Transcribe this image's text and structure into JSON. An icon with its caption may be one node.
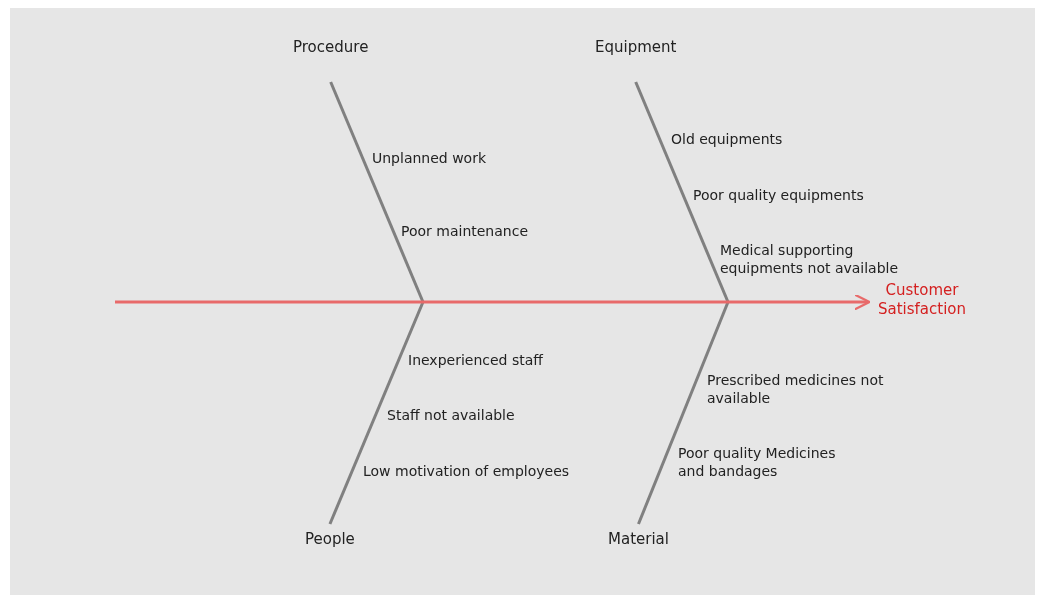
{
  "diagram": {
    "nodes": [
      {
        "text": [
          "Procedure"
        ]
      },
      {
        "text": [
          "Equipment"
        ]
      },
      {
        "text": [
          "People"
        ]
      },
      {
        "text": [
          "Material"
        ]
      },
      {
        "text": [
          "Customer Satisfaction"
        ]
      }
    ],
    "edges": [
      {
        "from": 0,
        "to": null,
        "arrow": "none"
      },
      {
        "from": 1,
        "to": null,
        "arrow": "none"
      },
      {
        "from": 2,
        "to": null,
        "arrow": "none"
      },
      {
        "from": 3,
        "to": null,
        "arrow": "none"
      },
      {
        "from": null,
        "to": 4,
        "arrow": "to",
        "color": "#e86a6a"
      }
    ],
    "labels": [
      "Unplanned work",
      "Poor maintenance",
      "Old equipments",
      "Poor quality equipments",
      "Medical supporting equipments not available",
      "Inexperienced staff",
      "Staff not available",
      "Low motivation of employees",
      "Prescribed medicines not available",
      "Poor quality Medicines and bandages"
    ]
  }
}
